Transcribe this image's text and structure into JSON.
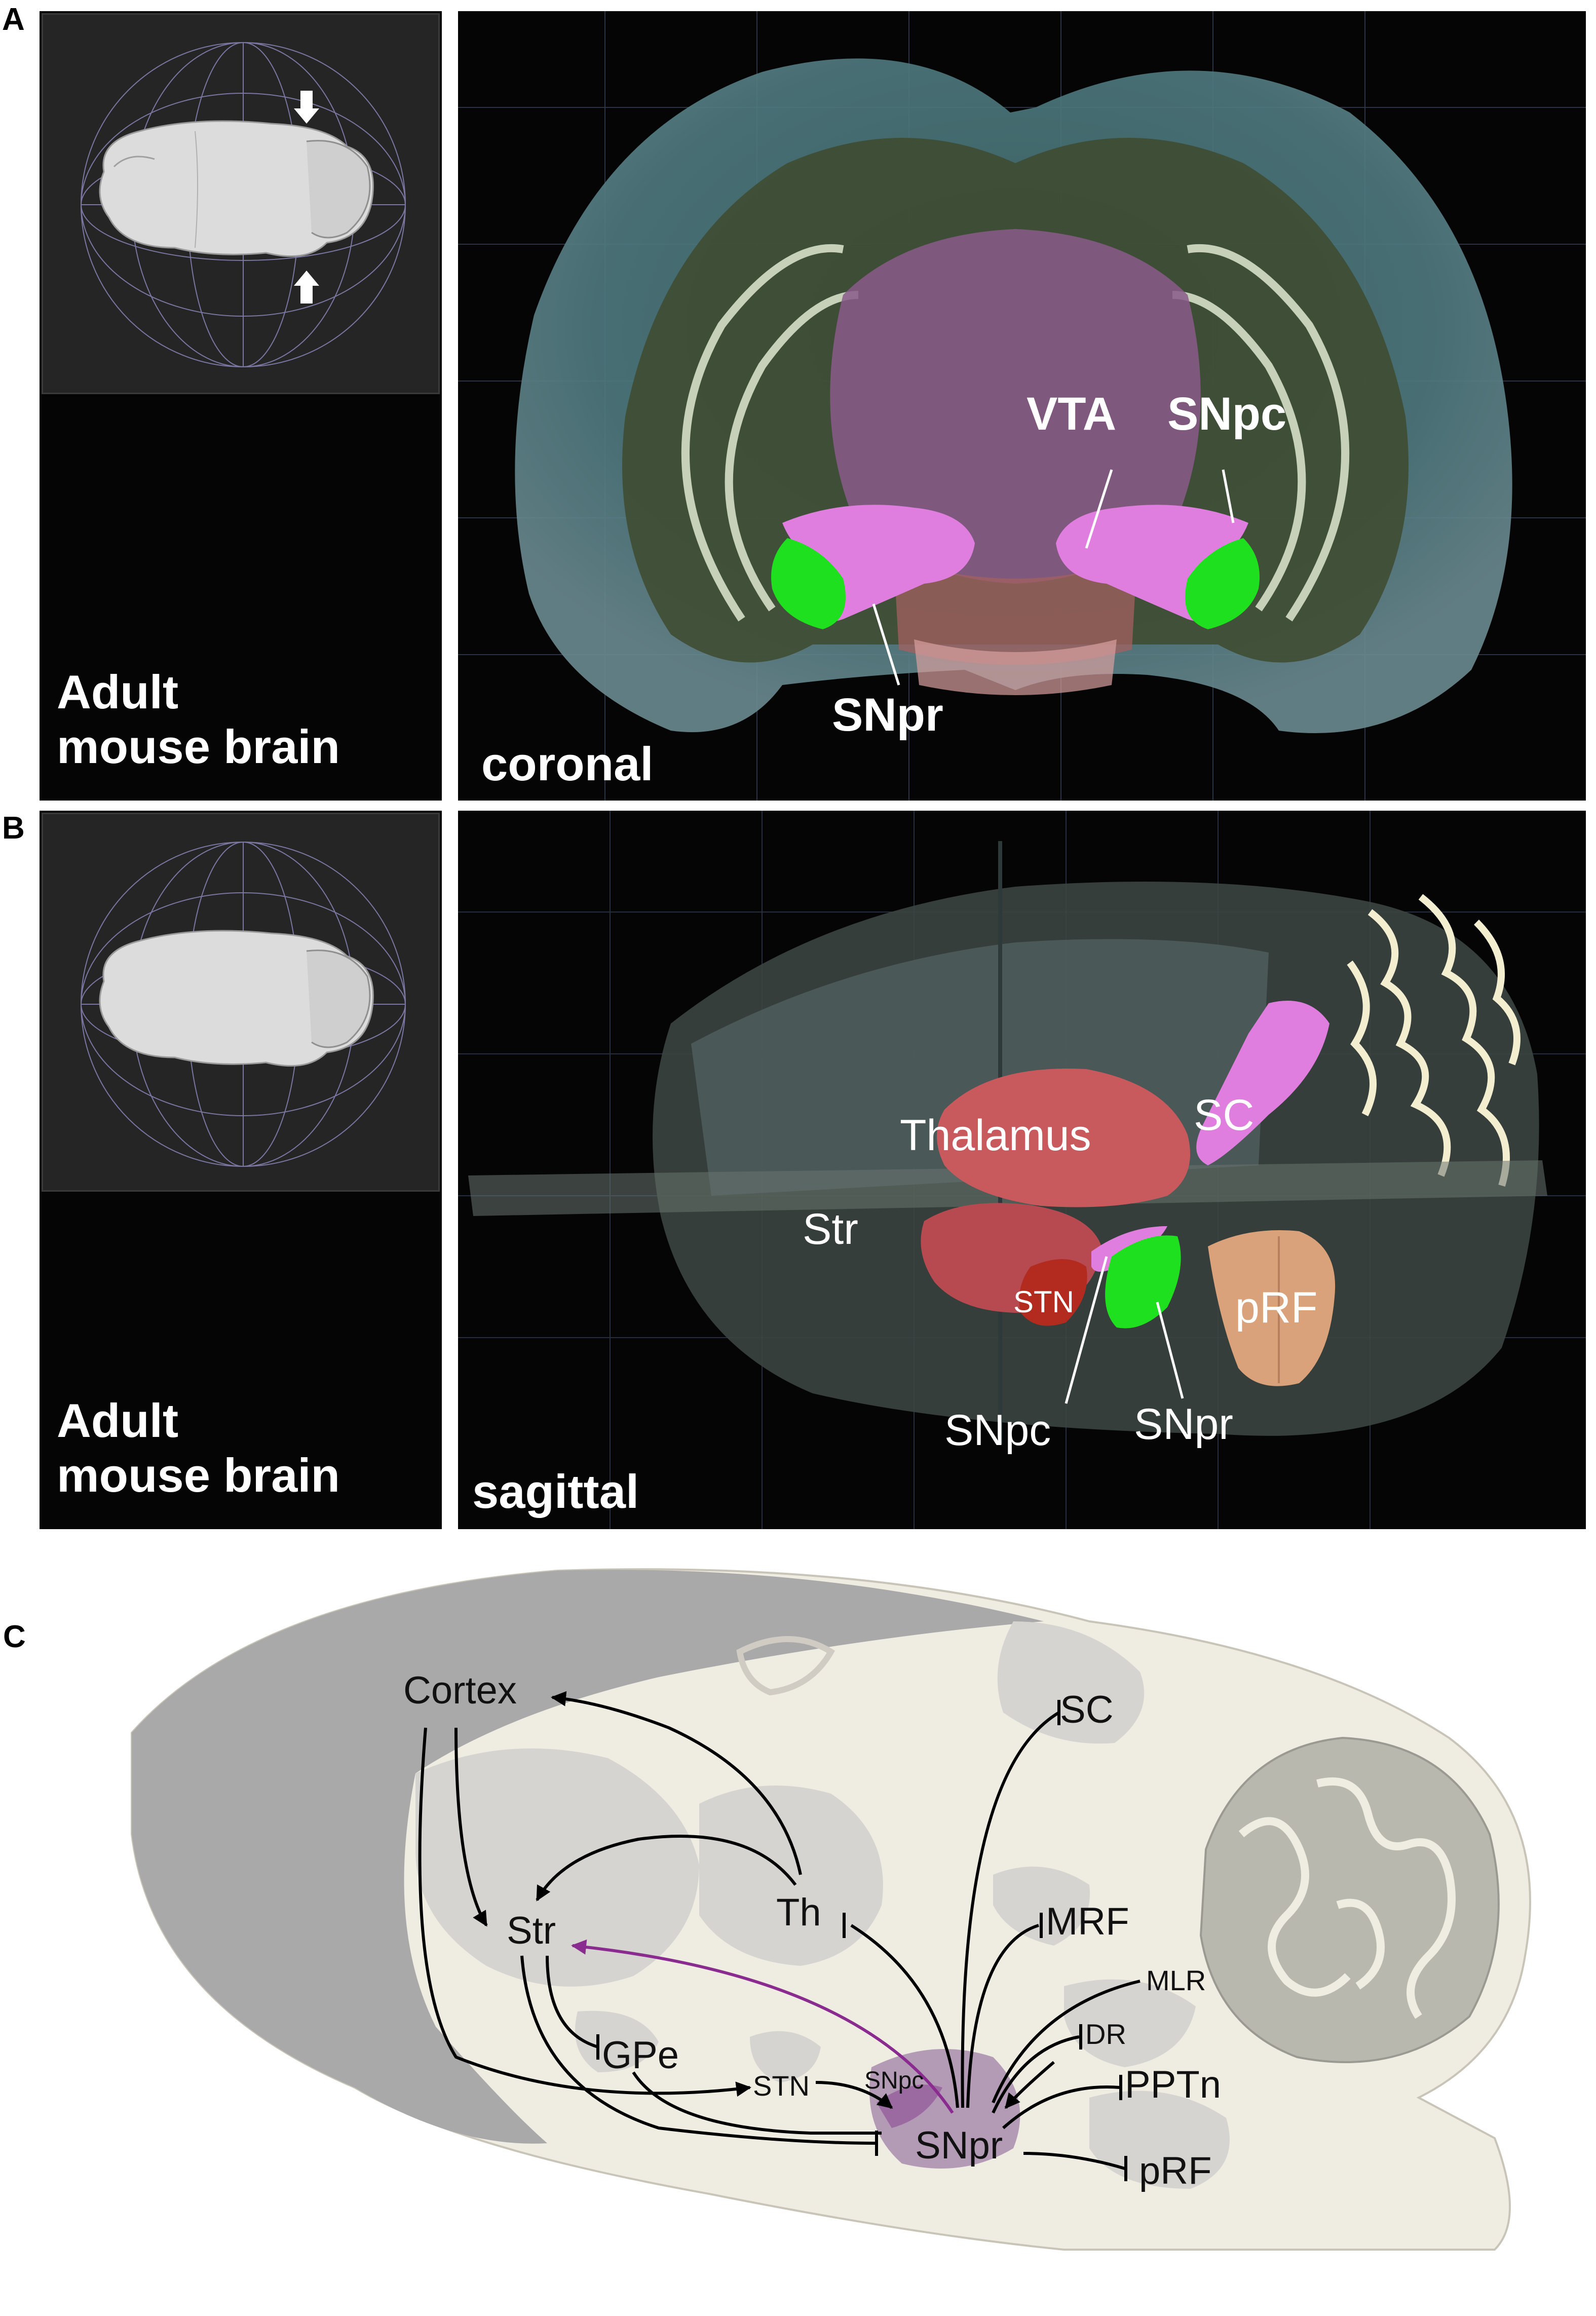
{
  "panels": {
    "a": {
      "letter": "A",
      "inset_caption_line1": "Adult",
      "inset_caption_line2": "mouse brain",
      "view_label": "coronal",
      "labels": {
        "vta": "VTA",
        "snpc": "SNpc",
        "snpr": "SNpr"
      }
    },
    "b": {
      "letter": "B",
      "inset_caption_line1": "Adult",
      "inset_caption_line2": "mouse brain",
      "view_label": "sagittal",
      "labels": {
        "sc": "SC",
        "thalamus": "Thalamus",
        "str": "Str",
        "stn": "STN",
        "prf": "pRF",
        "snpc": "SNpc",
        "snpr": "SNpr"
      }
    },
    "c": {
      "letter": "C",
      "nodes": {
        "cortex": "Cortex",
        "sc": "SC",
        "th": "Th",
        "str": "Str",
        "mrf": "MRF",
        "mlr": "MLR",
        "dr": "DR",
        "pptn": "PPTn",
        "gpe": "GPe",
        "stn": "STN",
        "snpc": "SNpc",
        "snpr": "SNpr",
        "prf": "pRF"
      }
    }
  },
  "colors": {
    "snpr_green": "#1fe01f",
    "snpc_magenta": "#e07ee0",
    "thalamus_red": "#c85a5e",
    "stn_red": "#b32a1e",
    "prf_tan": "#d9a27a",
    "dopamine_purple": "#8a2b8f",
    "diagram_cortex_gray": "#a9a9a9",
    "diagram_brain_fill": "#efece2"
  }
}
